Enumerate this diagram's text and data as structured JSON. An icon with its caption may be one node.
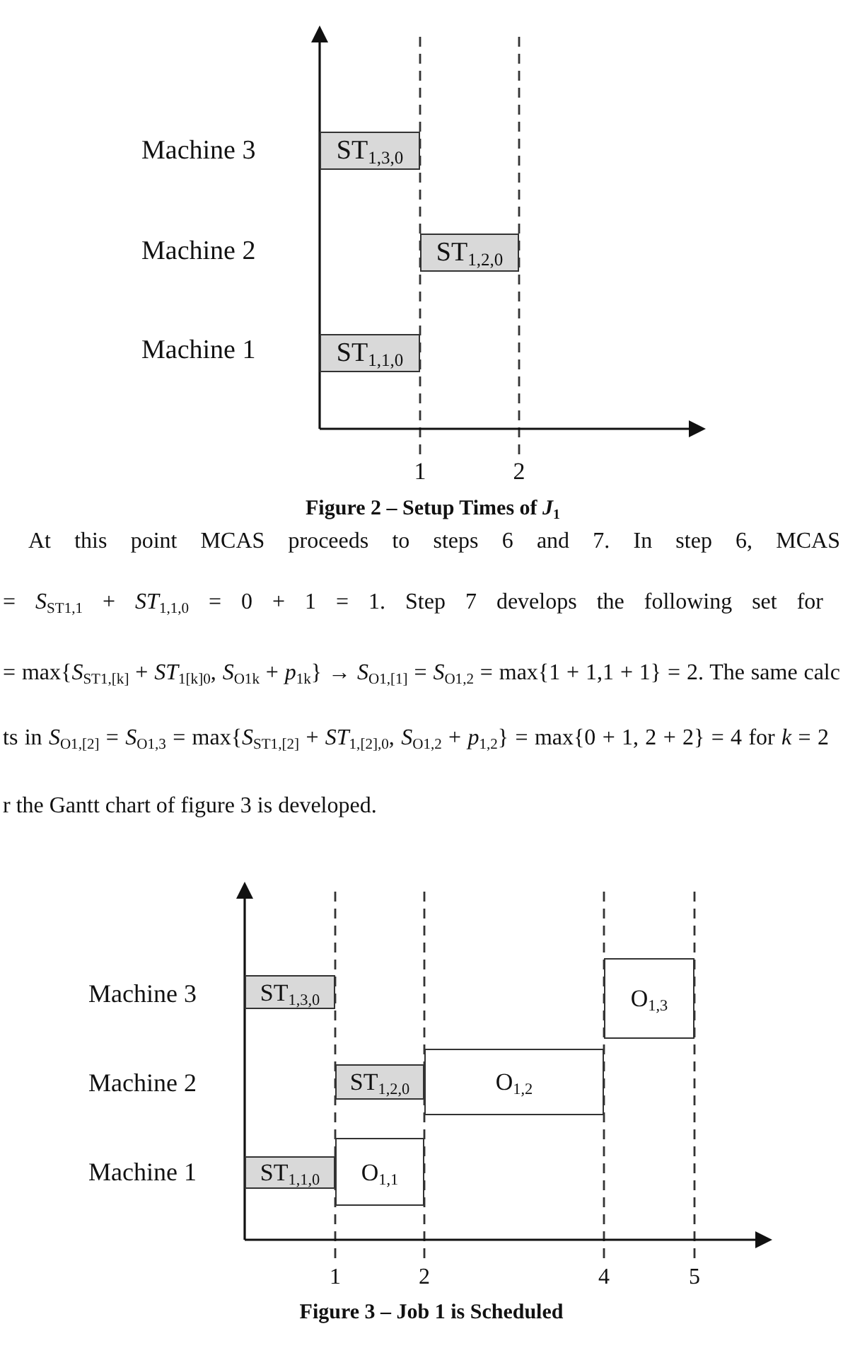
{
  "diagram": {
    "nodes": [
      {
        "text": [
          "ST$_{1,3,0}$"
        ]
      },
      {
        "text": [
          "ST$_{1,2,0}$"
        ]
      },
      {
        "text": [
          "ST$_{1,1,0}$"
        ]
      },
      {
        "text": [
          "ST$_{1,3,0}$"
        ]
      },
      {
        "text": [
          "O$_{1,3}$"
        ]
      },
      {
        "text": [
          "ST$_{1,2,0}$"
        ]
      },
      {
        "text": [
          "O$_{1,2}$"
        ]
      },
      {
        "text": [
          "ST$_{1,1,0}$"
        ]
      },
      {
        "text": [
          "O$_{1,1}$"
        ]
      }
    ],
    "labels": [
      "Machine 3",
      "Machine 2",
      "Machine 1",
      "1",
      "2",
      "Figure 2 – Setup Times of *J*$_{1}$",
      "At this point MCAS proceeds to steps 6 and 7. In step 6, MCAS",
      "= *S*$_{ST1,1}$ + *ST*$_{1,1,0}$ = 0 + 1 = 1. Step 7 develops the following set for",
      "= max{*S*$_{ST1,[k]}$ + *ST*$_{1[k]0}$, *S*$_{O1k}$ + *p*$_{1k}$} → *S*$_{O1,[1]}$ = *S*$_{O1,2}$ = max{1 + 1,1 + 1} = 2. The same calc",
      "ts in *S*$_{O1,[2]}$ = *S*$_{O1,3}$ = max{*S*$_{ST1,[2]}$ + *ST*$_{1,[2],0}$, *S*$_{O1,2}$ + *p*$_{1,2}$} = max{0 + 1, 2 + 2} = 4 for *k* = 2",
      "r the Gantt chart of figure 3 is developed.",
      "Machine 3",
      "Machine 2",
      "Machine 1",
      "1",
      "2",
      "4",
      "5",
      "Figure 3 – Job 1 is Scheduled"
    ]
  }
}
